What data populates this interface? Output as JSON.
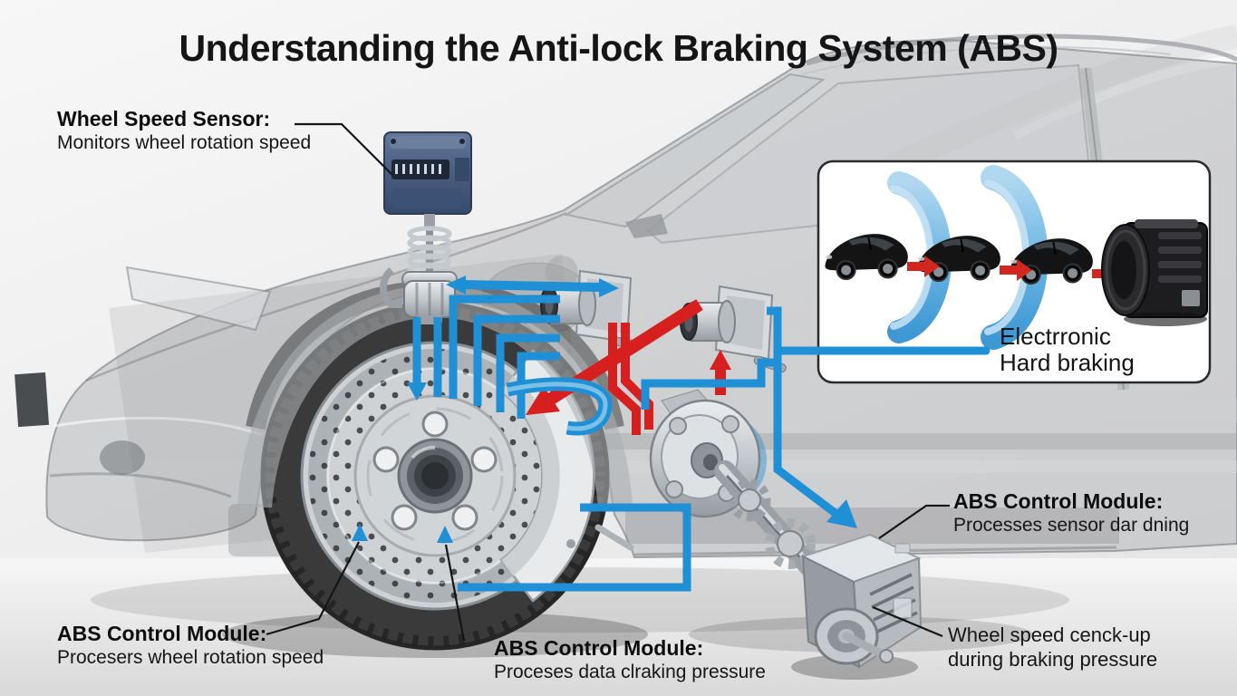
{
  "title": "Understanding the Anti-lock Braking System (ABS)",
  "callouts": {
    "wheel_speed_sensor": {
      "heading": "Wheel Speed Sensor:",
      "body": "Monitors wheel rotation speed"
    },
    "abs_module_right": {
      "heading": "ABS Control Module:",
      "body": "Processes sensor dar dning"
    },
    "abs_module_bottom_left": {
      "heading": "ABS Control Module:",
      "body": "Procesers wheel rotation speed"
    },
    "abs_module_bottom_center": {
      "heading": "ABS Control Module:",
      "body": "Proceses data clraking pressure"
    },
    "wheel_speed_bottom_right": {
      "line1": "Wheel speed cenck-up",
      "line2": "during braking pressure"
    }
  },
  "inset": {
    "caption_line1": "Electrronic",
    "caption_line2": "Hard braking",
    "car_count": 3
  },
  "colors": {
    "hydraulic_blue": "#1f8fd6",
    "flow_red": "#d61f1f",
    "panel_border": "#2b2b2b",
    "title_text": "#151515"
  }
}
